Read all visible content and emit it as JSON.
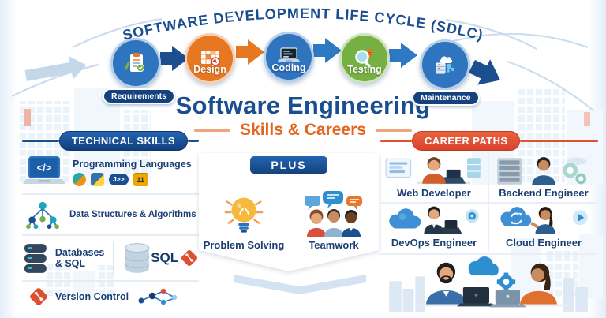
{
  "colors": {
    "navy": "#1A4E8F",
    "stage_blue": "#2E74BE",
    "stage_orange": "#E87722",
    "stage_green": "#76B043",
    "career_red": "#E0512C",
    "subtitle_orange": "#E2661F",
    "light_blue": "#D3E3F1"
  },
  "sdlc": {
    "title": "SOFTWARE DEVELOPMENT LIFE CYCLE (SDLC)",
    "stages": [
      {
        "label": "Requirements",
        "icon": "clipboard-checklist-icon",
        "color": "#2E74BE"
      },
      {
        "label": "Design",
        "icon": "blueprint-grid-icon",
        "color": "#E87722"
      },
      {
        "label": "Coding",
        "icon": "laptop-code-icon",
        "color": "#2E74BE"
      },
      {
        "label": "Testing",
        "icon": "magnifier-bug-icon",
        "color": "#76B043"
      },
      {
        "label": "Maintenance",
        "icon": "server-cloud-icon",
        "color": "#2E74BE"
      }
    ],
    "arrow_colors": [
      "#1B4F8F",
      "#E87722",
      "#2E79C4",
      "#2E79C4",
      "#1B4F8F"
    ],
    "entry_arrow_color": "#C5D8EA"
  },
  "heading": {
    "title": "Software Engineering",
    "subtitle": "Skills & Careers"
  },
  "technical": {
    "header": "TECHNICAL SKILLS",
    "code_glyph": "</>",
    "language_badges": {
      "js": "J>>",
      "java": "11"
    },
    "sql_label": "SQL",
    "items": [
      {
        "label": "Programming Languages",
        "icon": "laptop-code-icon"
      },
      {
        "label": "Data Structures & Algorithms",
        "icon": "tree-graph-icon"
      },
      {
        "label": "Databases & SQL",
        "icon": "database-stack-icon"
      },
      {
        "label": "Version Control",
        "icon": "git-diamond-icon"
      }
    ]
  },
  "plus": {
    "header": "PLUS",
    "items": [
      {
        "label": "Problem Solving",
        "icon": "lightbulb-icon"
      },
      {
        "label": "Teamwork",
        "icon": "team-chat-icon"
      }
    ]
  },
  "careers": {
    "header": "CAREER PATHS",
    "items": [
      {
        "label": "Web Developer",
        "icon": "web-developer-illustration"
      },
      {
        "label": "Backend Engineer",
        "icon": "backend-engineer-illustration"
      },
      {
        "label": "DevOps Engineer",
        "icon": "devops-engineer-illustration"
      },
      {
        "label": "Cloud Engineer",
        "icon": "cloud-engineer-illustration"
      }
    ]
  }
}
